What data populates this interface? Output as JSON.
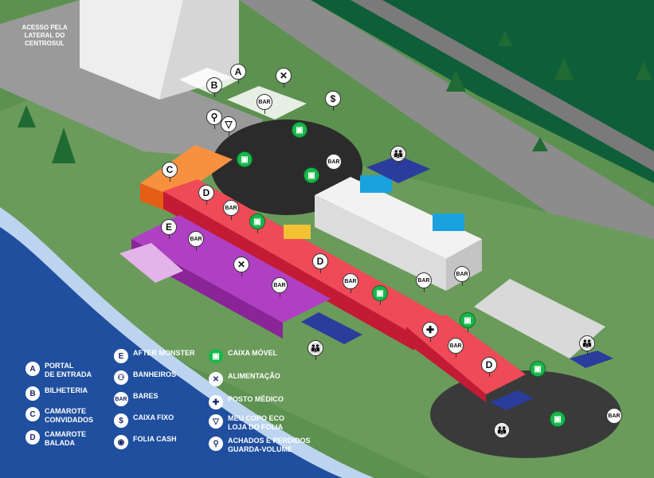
{
  "access_note": "ACESSO PELA LATERAL DO CENTROSUL",
  "zone_labels": {
    "a": "A",
    "b": "B",
    "c": "C",
    "d1": "D",
    "d2": "D",
    "d3": "D",
    "e": "E"
  },
  "bar_label": "BAR",
  "icons": {
    "cash": "$",
    "food": "✕",
    "medical": "✚",
    "restroom": "👪",
    "mobile_cash": "▣",
    "lost_found": "⚲",
    "cup": "▽"
  },
  "legend": {
    "items": [
      {
        "icon": "A",
        "label_1": "PORTAL",
        "label_2": "DE ENTRADA"
      },
      {
        "icon": "B",
        "label_1": "BILHETERIA",
        "label_2": ""
      },
      {
        "icon": "C",
        "label_1": "CAMAROTE",
        "label_2": "CONVIDADOS"
      },
      {
        "icon": "D",
        "label_1": "CAMAROTE",
        "label_2": "BALADA"
      },
      {
        "icon": "E",
        "label_1": "AFTER MONSTER",
        "label_2": ""
      },
      {
        "icon": "⚇",
        "label_1": "BANHEIROS",
        "label_2": ""
      },
      {
        "icon": "BAR",
        "label_1": "BARES",
        "label_2": ""
      },
      {
        "icon": "$",
        "label_1": "CAIXA FIXO",
        "label_2": ""
      },
      {
        "icon": "◉",
        "label_1": "FOLIA CASH",
        "label_2": ""
      },
      {
        "icon": "▣",
        "label_1": "CAIXA MÓVEL",
        "label_2": ""
      },
      {
        "icon": "✕",
        "label_1": "ALIMENTAÇÃO",
        "label_2": ""
      },
      {
        "icon": "✚",
        "label_1": "POSTO MÉDICO",
        "label_2": ""
      },
      {
        "icon": "▽",
        "label_1": "MEU COPO ECO",
        "label_2": "LOJA DO FOLIA"
      },
      {
        "icon": "⚲",
        "label_1": "ACHADOS E PERDIDOS",
        "label_2": "GUARDA-VOLUME"
      }
    ]
  },
  "colors": {
    "grass": "#5a8f4f",
    "road": "#8a8a8a",
    "water": "#1f4f9e",
    "camarote_c": "#f36f21",
    "camarote_d": "#e2233f",
    "after_monster": "#9b2fae",
    "mobile_cash": "#17b84a"
  }
}
